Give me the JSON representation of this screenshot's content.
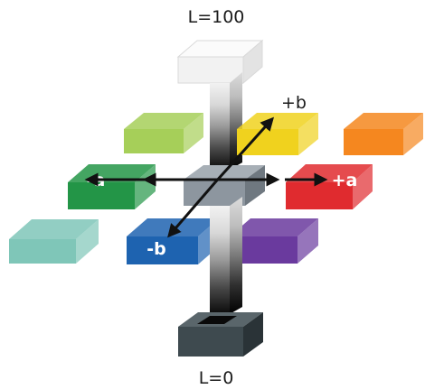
{
  "labels": {
    "l_top": "L=100",
    "l_bottom": "L=0",
    "plus_b": "+b",
    "minus_b": "-b",
    "plus_a": "+a",
    "minus_a": "-a"
  },
  "colors": {
    "light_green": "#a6cf59",
    "yellow": "#f0d21e",
    "orange": "#f5871f",
    "green": "#239547",
    "red": "#e02b2f",
    "teal": "#7fc6b8",
    "blue": "#1e63b0",
    "purple": "#6a3a9e",
    "center_cube": "#8d969f",
    "base_cube": "#3e4a4f",
    "top_cap": "#f6f6f6",
    "arrow": "#111111"
  }
}
